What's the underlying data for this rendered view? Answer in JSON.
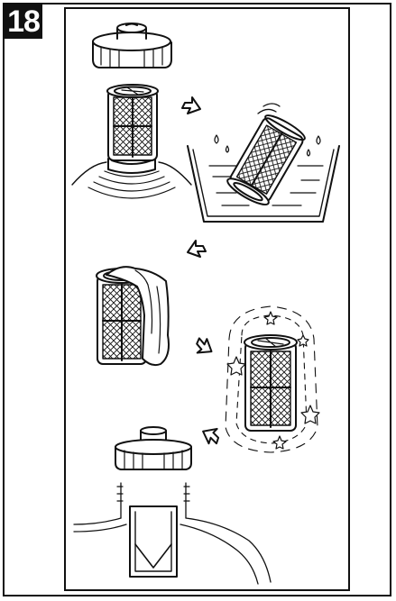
{
  "step": {
    "number": "18"
  },
  "illustrations": [
    {
      "id": "cap-off",
      "icon": "filter-cap-removal"
    },
    {
      "id": "rinse",
      "icon": "filter-rinse-basin"
    },
    {
      "id": "dry",
      "icon": "filter-towel-dry"
    },
    {
      "id": "clean",
      "icon": "filter-clean-sparkle"
    },
    {
      "id": "reinsert",
      "icon": "filter-reinsert"
    }
  ],
  "colors": {
    "line": "#111111",
    "background": "#ffffff"
  }
}
